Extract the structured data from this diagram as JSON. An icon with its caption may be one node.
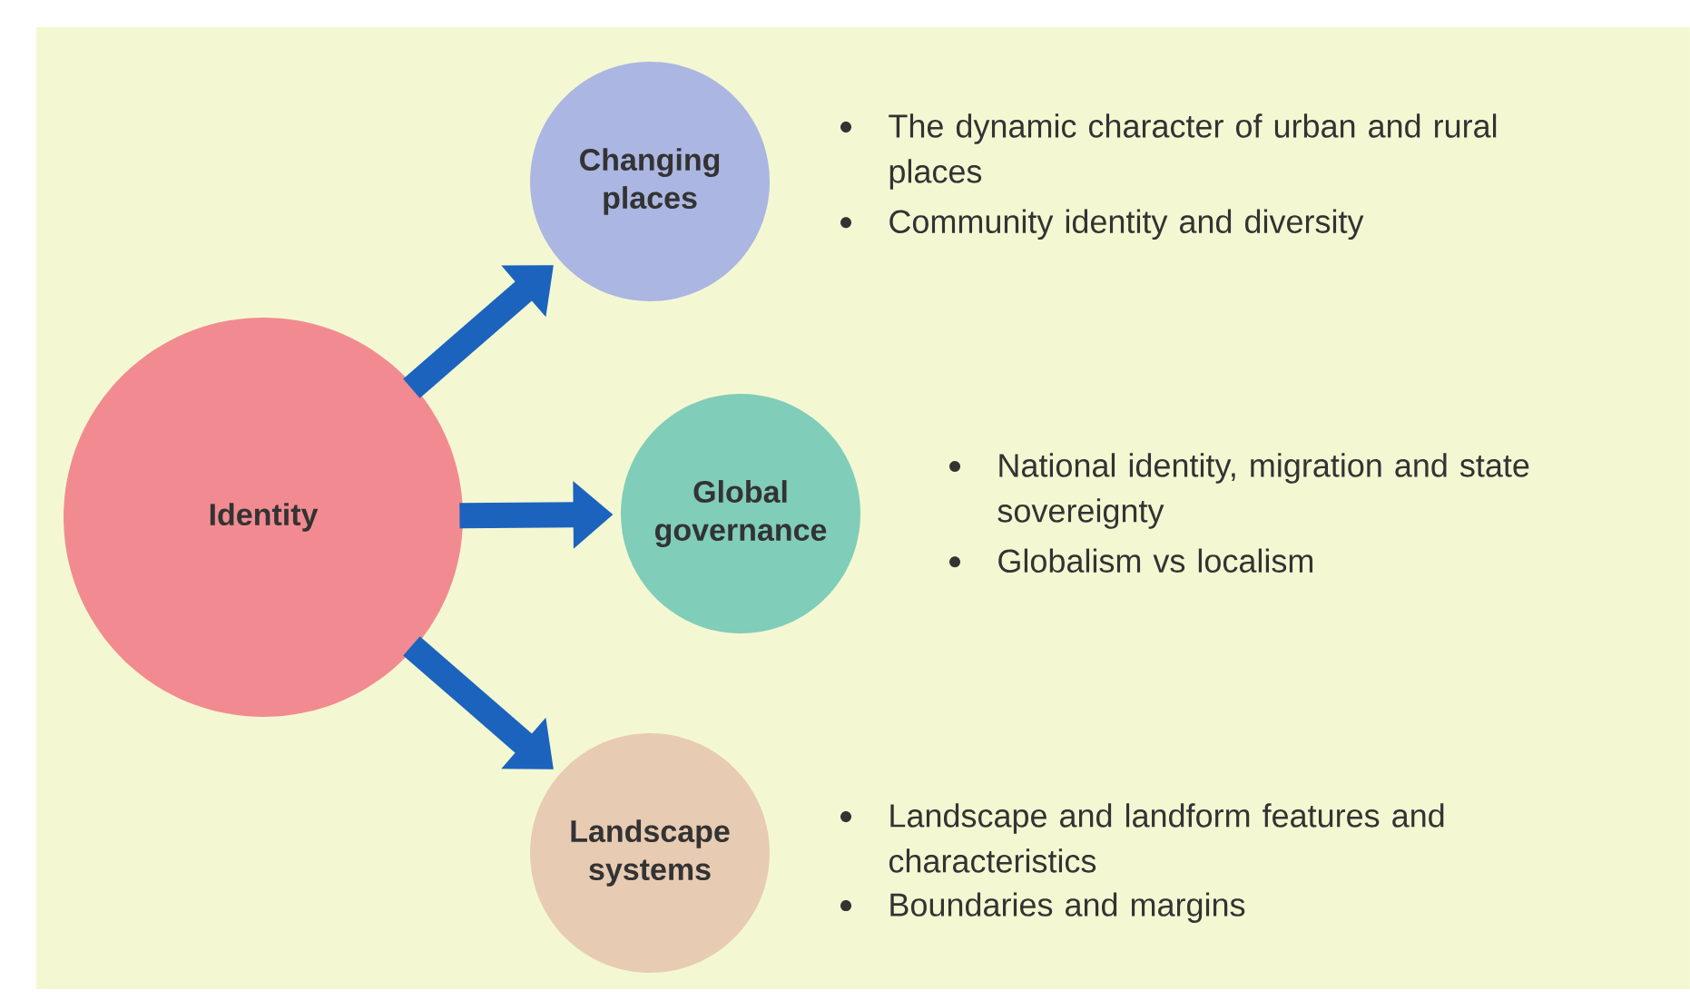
{
  "diagram": {
    "nodes": [
      {
        "text": [
          "Identity"
        ]
      },
      {
        "text": [
          "Changing places"
        ],
        "beside": [
          "The dynamic character of urban and rural places",
          "Community identity and diversity"
        ]
      },
      {
        "text": [
          "Global governance"
        ],
        "beside": [
          "National identity, migration and state sovereignty",
          "Globalism vs localism"
        ]
      },
      {
        "text": [
          "Landscape systems"
        ],
        "beside": [
          "Landscape and landform features and characteristics",
          "Boundaries and margins"
        ]
      }
    ],
    "edges": [
      {
        "from": 0,
        "to": 1,
        "arrow": "to"
      },
      {
        "from": 0,
        "to": 2,
        "arrow": "to"
      },
      {
        "from": 0,
        "to": 3,
        "arrow": "to"
      }
    ]
  }
}
